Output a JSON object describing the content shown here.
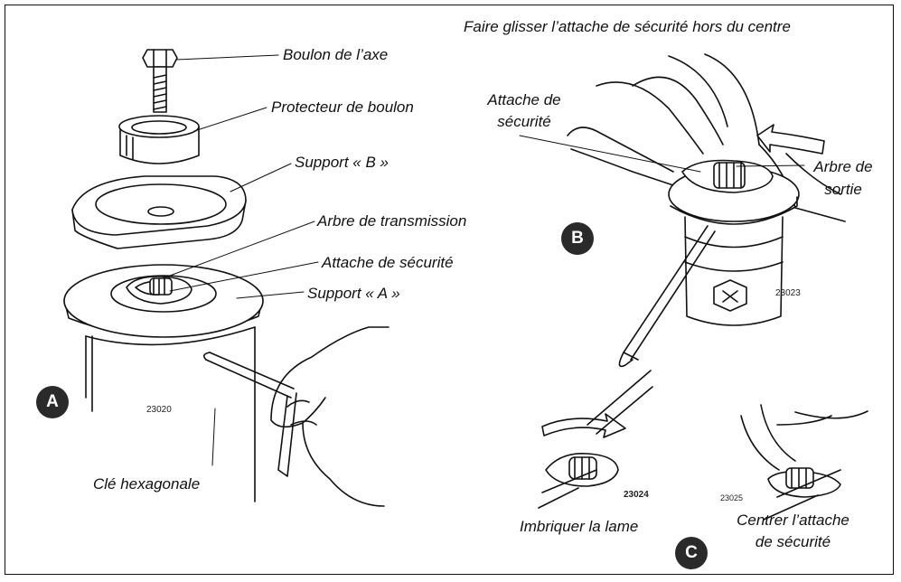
{
  "header": "Faire glisser l’attache de sécurité hors du centre",
  "panel_a": {
    "badge": "A",
    "labels": {
      "axle_bolt": "Boulon de l’axe",
      "bolt_protector": "Protecteur de boulon",
      "support_b": "Support « B »",
      "drive_shaft": "Arbre de transmission",
      "safety_clip": "Attache de sécurité",
      "support_a": "Support « A »",
      "hex_key": "Clé hexagonale"
    },
    "figure_number": "23020"
  },
  "panel_b": {
    "badge": "B",
    "labels": {
      "safety_clip_line1": "Attache de",
      "safety_clip_line2": "sécurité",
      "output_shaft_line1": "Arbre de",
      "output_shaft_line2": "sortie"
    },
    "figure_number": "23023"
  },
  "panel_c": {
    "badge": "C",
    "labels": {
      "nest_blade": "Imbriquer la lame",
      "center_clip_line1": "Centrer l’attache",
      "center_clip_line2": "de sécurité"
    },
    "figure_number_left": "23024",
    "figure_number_right": "23025"
  }
}
